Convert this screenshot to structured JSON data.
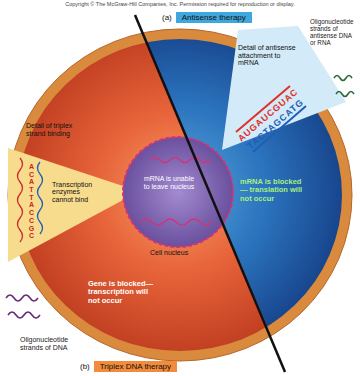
{
  "diagram": {
    "nodes": [
      {
        "text": [
          "(a)",
          "Antisense therapy"
        ]
      },
      {
        "text": [
          "Detail of antisense attachment to mRNA"
        ]
      },
      {
        "text": [
          "Detail of triplex strand binding",
          "Transcription enzymes cannot bind"
        ]
      },
      {
        "text": [
          "mRNA is unable to leave nucleus"
        ]
      },
      {
        "text": [
          "(b)",
          "Triplex DNA therapy"
        ]
      }
    ],
    "labels": [
      "Copyright © The McGraw-Hill Companies, Inc. Permission required for reproduction or display.",
      "Oligonucleotide strands of antisense DNA or RNA",
      "AUGAUCGUAC",
      "TACTAGCATG",
      "ACATTACCGC",
      "mRNA is blocked— translation will not occur",
      "Cell nucleus",
      "Gene is blocked— transcription will not occur",
      "Oligonucleotide strands of DNA"
    ]
  }
}
